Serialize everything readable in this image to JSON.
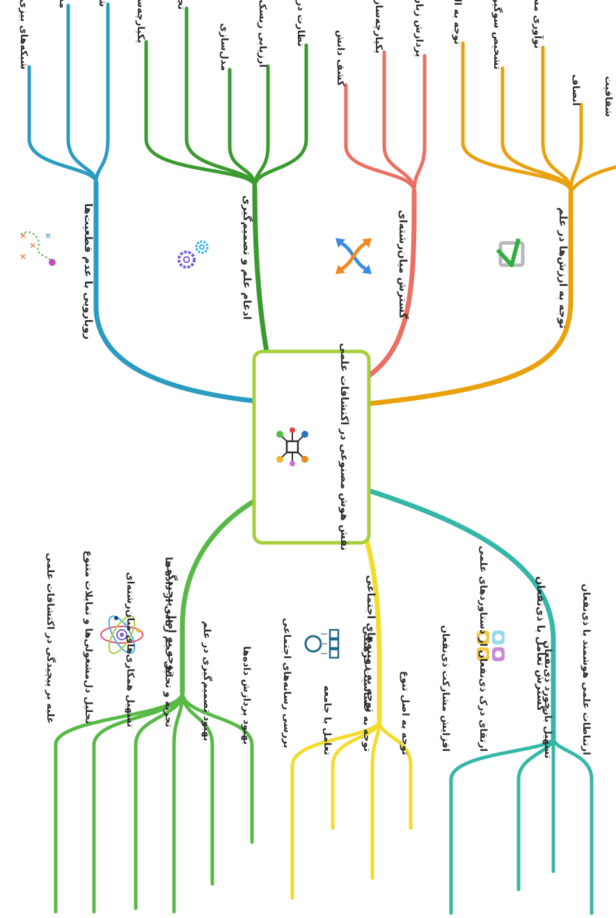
{
  "center": {
    "title": "نقش هوش مصنوعی در اکتشافات علمی",
    "color": "#a6cf3a"
  },
  "branches": [
    {
      "id": "uncertainty",
      "label": "رویارویی با عدم قطعیت‌ها",
      "color": "#2b9bc2",
      "icon": "path-uncertainty-icon",
      "leaves": [
        "شبکه‌های بیزی",
        "مدل‌سازی سیستم‌های پیچیده",
        "شبیه‌سازی سیستم‌های پیچیده"
      ]
    },
    {
      "id": "science-decision",
      "label": "ادغام علم و تصمیم‌گیری",
      "color": "#3a9a2f",
      "icon": "gears-icon",
      "leaves": [
        "یکپارچه‌سازی داده‌ها",
        "تجزیه و تحلیل پیش بینی کننده",
        "مدل‌سازی",
        "ارزیابی ریسک",
        "نظارت در زمان واقعی"
      ]
    },
    {
      "id": "interdisciplinary",
      "label": "گسترش میان‌رشته‌ای",
      "color": "#ec6f64",
      "icon": "arrows-swap-icon",
      "leaves": [
        "کشف دانش",
        "یکپارچه‌سازی داده ها",
        "پردازش زبان طبیعی"
      ]
    },
    {
      "id": "values",
      "label": "توجه به ارزش‌ها در علم",
      "color": "#e9a20e",
      "icon": "checkmark-box-icon",
      "leaves": [
        "توجه به الزامات اخلاقی",
        "تشخیص سوگیری",
        "نوآوری مسئولیت پذیر",
        "انصاف",
        "شفافیت"
      ]
    },
    {
      "id": "complexity",
      "label": "توجه به اصل پیچیدگی",
      "color": "#58b947",
      "icon": "atom-icon",
      "leaves": [
        "غلبه بر پیچیدگی در اکتشافات علمی",
        "تحلیل دل‌مشغولی‌ها و تمایلات متنوع",
        "تسهیل همکاری‌های میان‌رشته‌ای",
        "تجزیه و تحلیل حجم زیادی از داده ها",
        "بهبود تصمیم‌گیری در علم",
        "بهبود پردازش داده‌ها"
      ]
    },
    {
      "id": "social",
      "label": "توجه به زمینه‌های اجتماعی",
      "color": "#f2dc2c",
      "icon": "hierarchy-icon",
      "leaves": [
        "بررسی رسانه‌های اجتماعی",
        "تعامل با جامعه",
        "توجه به حساسیت فرهنگی",
        "توجه به اصل تنوع"
      ]
    },
    {
      "id": "stakeholders",
      "label": "گسترش تعامل با ذی‌نفعان",
      "color": "#34b7a7",
      "icon": "people-icon",
      "leaves": [
        "افزایش مشارکت ذی‌نفعان",
        "ارتقای درک ذی‌نفعان از دستاوردهای علمی",
        "تسهیل بازخورد ذی‌نفعان",
        "ارتباطات علمی هوشمند با ذی‌نفعان"
      ]
    }
  ]
}
